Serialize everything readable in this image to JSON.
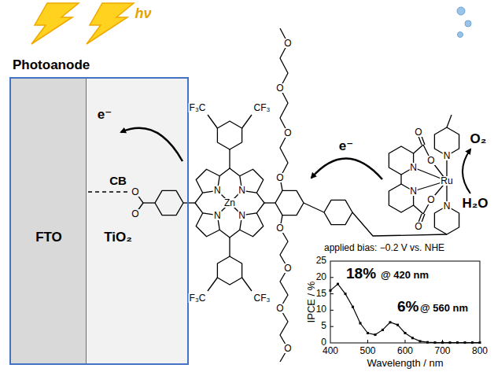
{
  "diagram": {
    "nodes": [
      {
        "text": [
          "Photoanode"
        ]
      },
      {
        "text": [
          "FTO"
        ],
        "in": 0
      },
      {
        "text": [
          "CB",
          "TiO₂"
        ],
        "in": 0
      }
    ],
    "labels": [
      "hν",
      "O",
      "O",
      "F₃C",
      "CF₃",
      "e⁻",
      "O",
      "O",
      "O₂",
      "e⁻",
      "N",
      "O",
      "N",
      "O",
      "Ru",
      "N",
      "N",
      "O",
      "N",
      "O",
      "Zn",
      "H₂O",
      "N",
      "O",
      "N",
      "N",
      "O",
      "O",
      "applied bias: −0.2 V vs. NHE",
      "25",
      "O",
      "18%",
      "@ 420 nm",
      "20",
      "15",
      "F₃C",
      "CF₃",
      "IPCE / %",
      "6%",
      "@ 560 nm",
      "O",
      "10",
      "5",
      "0",
      "O",
      "400",
      "500",
      "600",
      "700",
      "800",
      "Wavelength / nm"
    ]
  }
}
